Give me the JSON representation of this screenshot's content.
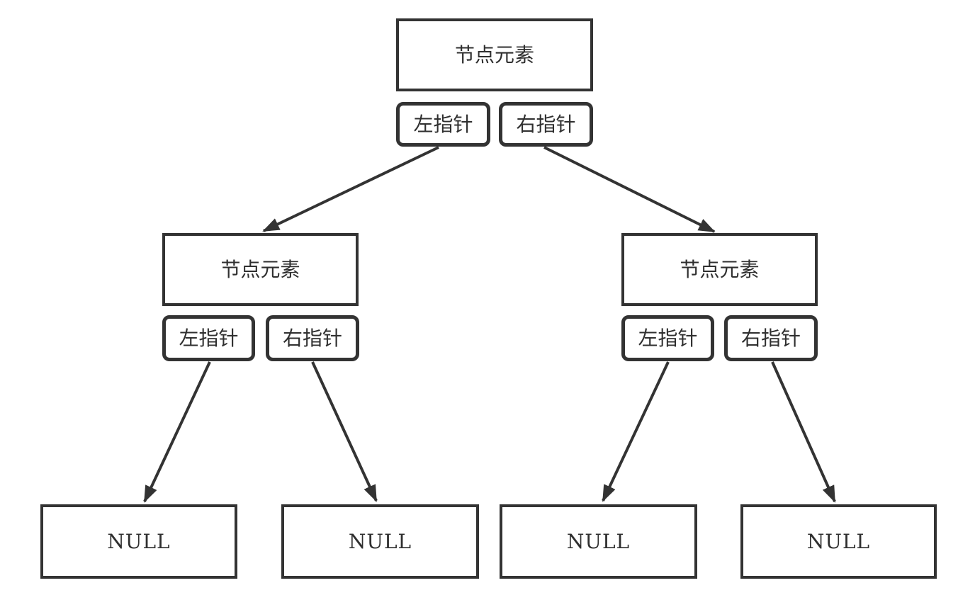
{
  "diagram": {
    "type": "binary-tree-node-structure",
    "colors": {
      "stroke": "#333333",
      "text": "#2f2f2f",
      "background": "#ffffff"
    },
    "nodes": [
      {
        "id": "root",
        "label": "节点元素",
        "left_pointer_label": "左指针",
        "right_pointer_label": "右指针"
      },
      {
        "id": "left-child",
        "label": "节点元素",
        "left_pointer_label": "左指针",
        "right_pointer_label": "右指针"
      },
      {
        "id": "right-child",
        "label": "节点元素",
        "left_pointer_label": "左指针",
        "right_pointer_label": "右指针"
      }
    ],
    "null_labels": [
      "NULL",
      "NULL",
      "NULL",
      "NULL"
    ],
    "edges": [
      {
        "from": "root.left_pointer",
        "to": "left-child"
      },
      {
        "from": "root.right_pointer",
        "to": "right-child"
      },
      {
        "from": "left-child.left_pointer",
        "to": "null-1"
      },
      {
        "from": "left-child.right_pointer",
        "to": "null-2"
      },
      {
        "from": "right-child.left_pointer",
        "to": "null-3"
      },
      {
        "from": "right-child.right_pointer",
        "to": "null-4"
      }
    ]
  }
}
